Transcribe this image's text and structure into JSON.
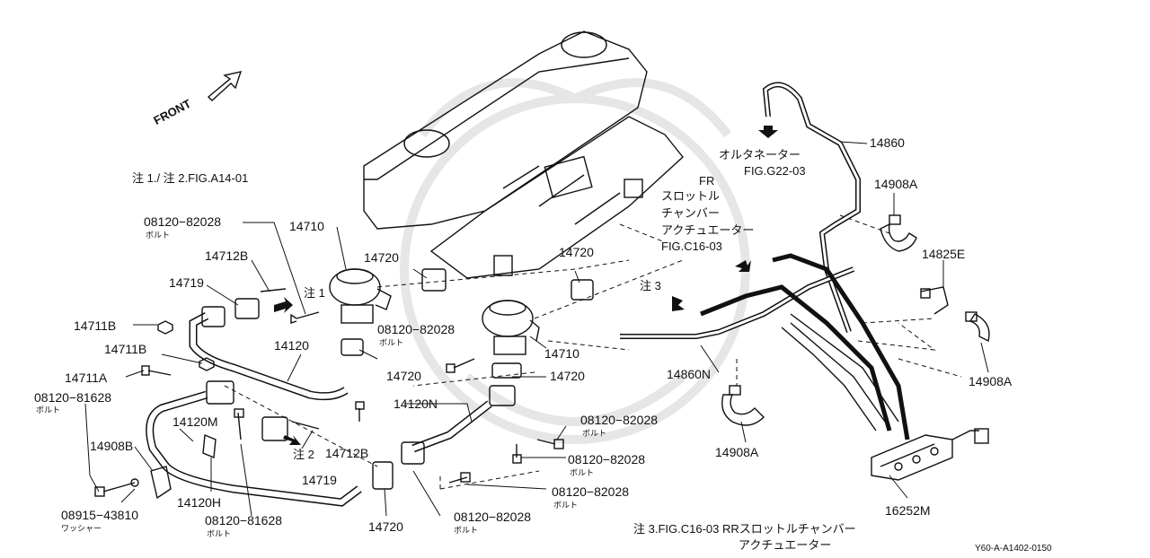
{
  "front": "FRONT",
  "reference": "Y60-A-A1402-0150",
  "notes": {
    "note12": "注 1./ 注 2.FIG.A14-01",
    "note1": "注 1",
    "note2": "注 2",
    "note3": "注 3",
    "footnote_line1": "注 3.FIG.C16-03 RRスロットルチャンバー",
    "footnote_line2": "アクチュエーター",
    "alternator_line1": "オルタネーター",
    "alternator_line2": "FIG.G22-03",
    "fr_line1": "FR",
    "fr_line2": "スロットル",
    "fr_line3": "チャンバー",
    "fr_line4": "アクチュエーター",
    "fr_line5": "FIG.C16-03"
  },
  "parts": {
    "p08120_82028_a": "08120−82028",
    "p14710_a": "14710",
    "p14712B_a": "14712B",
    "p14719_a": "14719",
    "p14711B_a": "14711B",
    "p14711B_b": "14711B",
    "p14120": "14120",
    "p14711A": "14711A",
    "p08120_81628_a": "08120−81628",
    "p14120M": "14120M",
    "p14908B": "14908B",
    "p14120H": "14120H",
    "p08915_43810": "08915−43810",
    "p08120_81628_b": "08120−81628",
    "p14720_a": "14720",
    "p14720_b": "14720",
    "p14720_c": "14720",
    "p14720_d": "14720",
    "p14720_e": "14720",
    "p08120_82028_b": "08120−82028",
    "p14710_b": "14710",
    "p14120N": "14120N",
    "p08120_82028_c": "08120−82028",
    "p08120_82028_d": "08120−82028",
    "p08120_82028_e": "08120−82028",
    "p08120_82028_f": "08120−82028",
    "p14712B_b": "14712B",
    "p14719_b": "14719",
    "p14860N": "14860N",
    "p14908A_a": "14908A",
    "p14860": "14860",
    "p14908A_b": "14908A",
    "p14825E": "14825E",
    "p14908A_c": "14908A",
    "p16252M": "16252M"
  },
  "sublabels": {
    "bolt": "ボルト",
    "washer": "ワッシャー"
  }
}
